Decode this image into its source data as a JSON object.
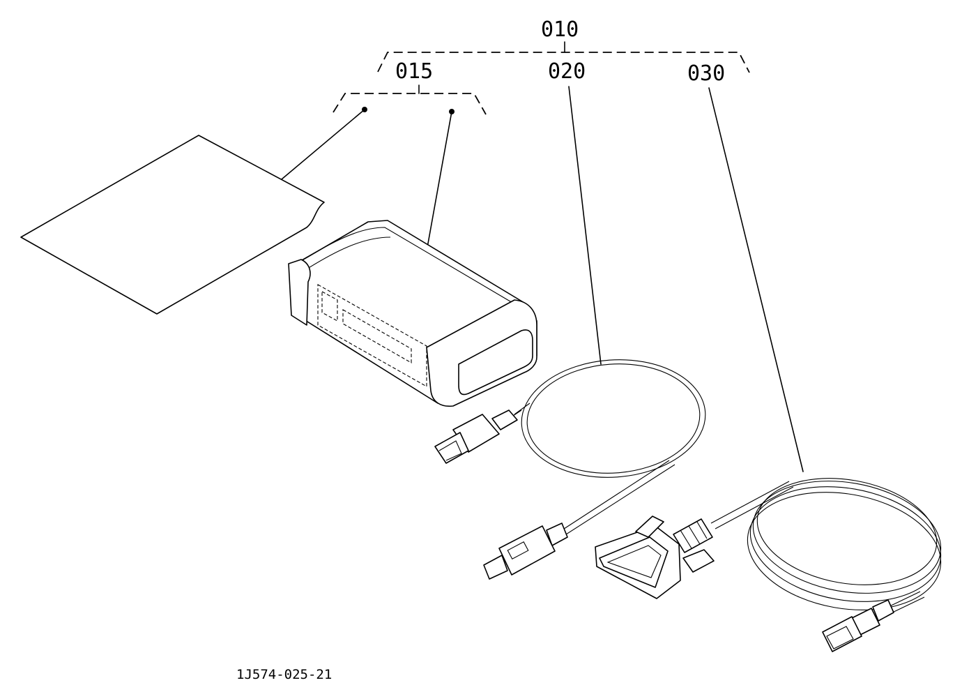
{
  "labels": {
    "kit": "010",
    "interface_set": "015",
    "usb_cable": "020",
    "diagnostic_cable": "030"
  },
  "figure_code": "1J574-025-21"
}
